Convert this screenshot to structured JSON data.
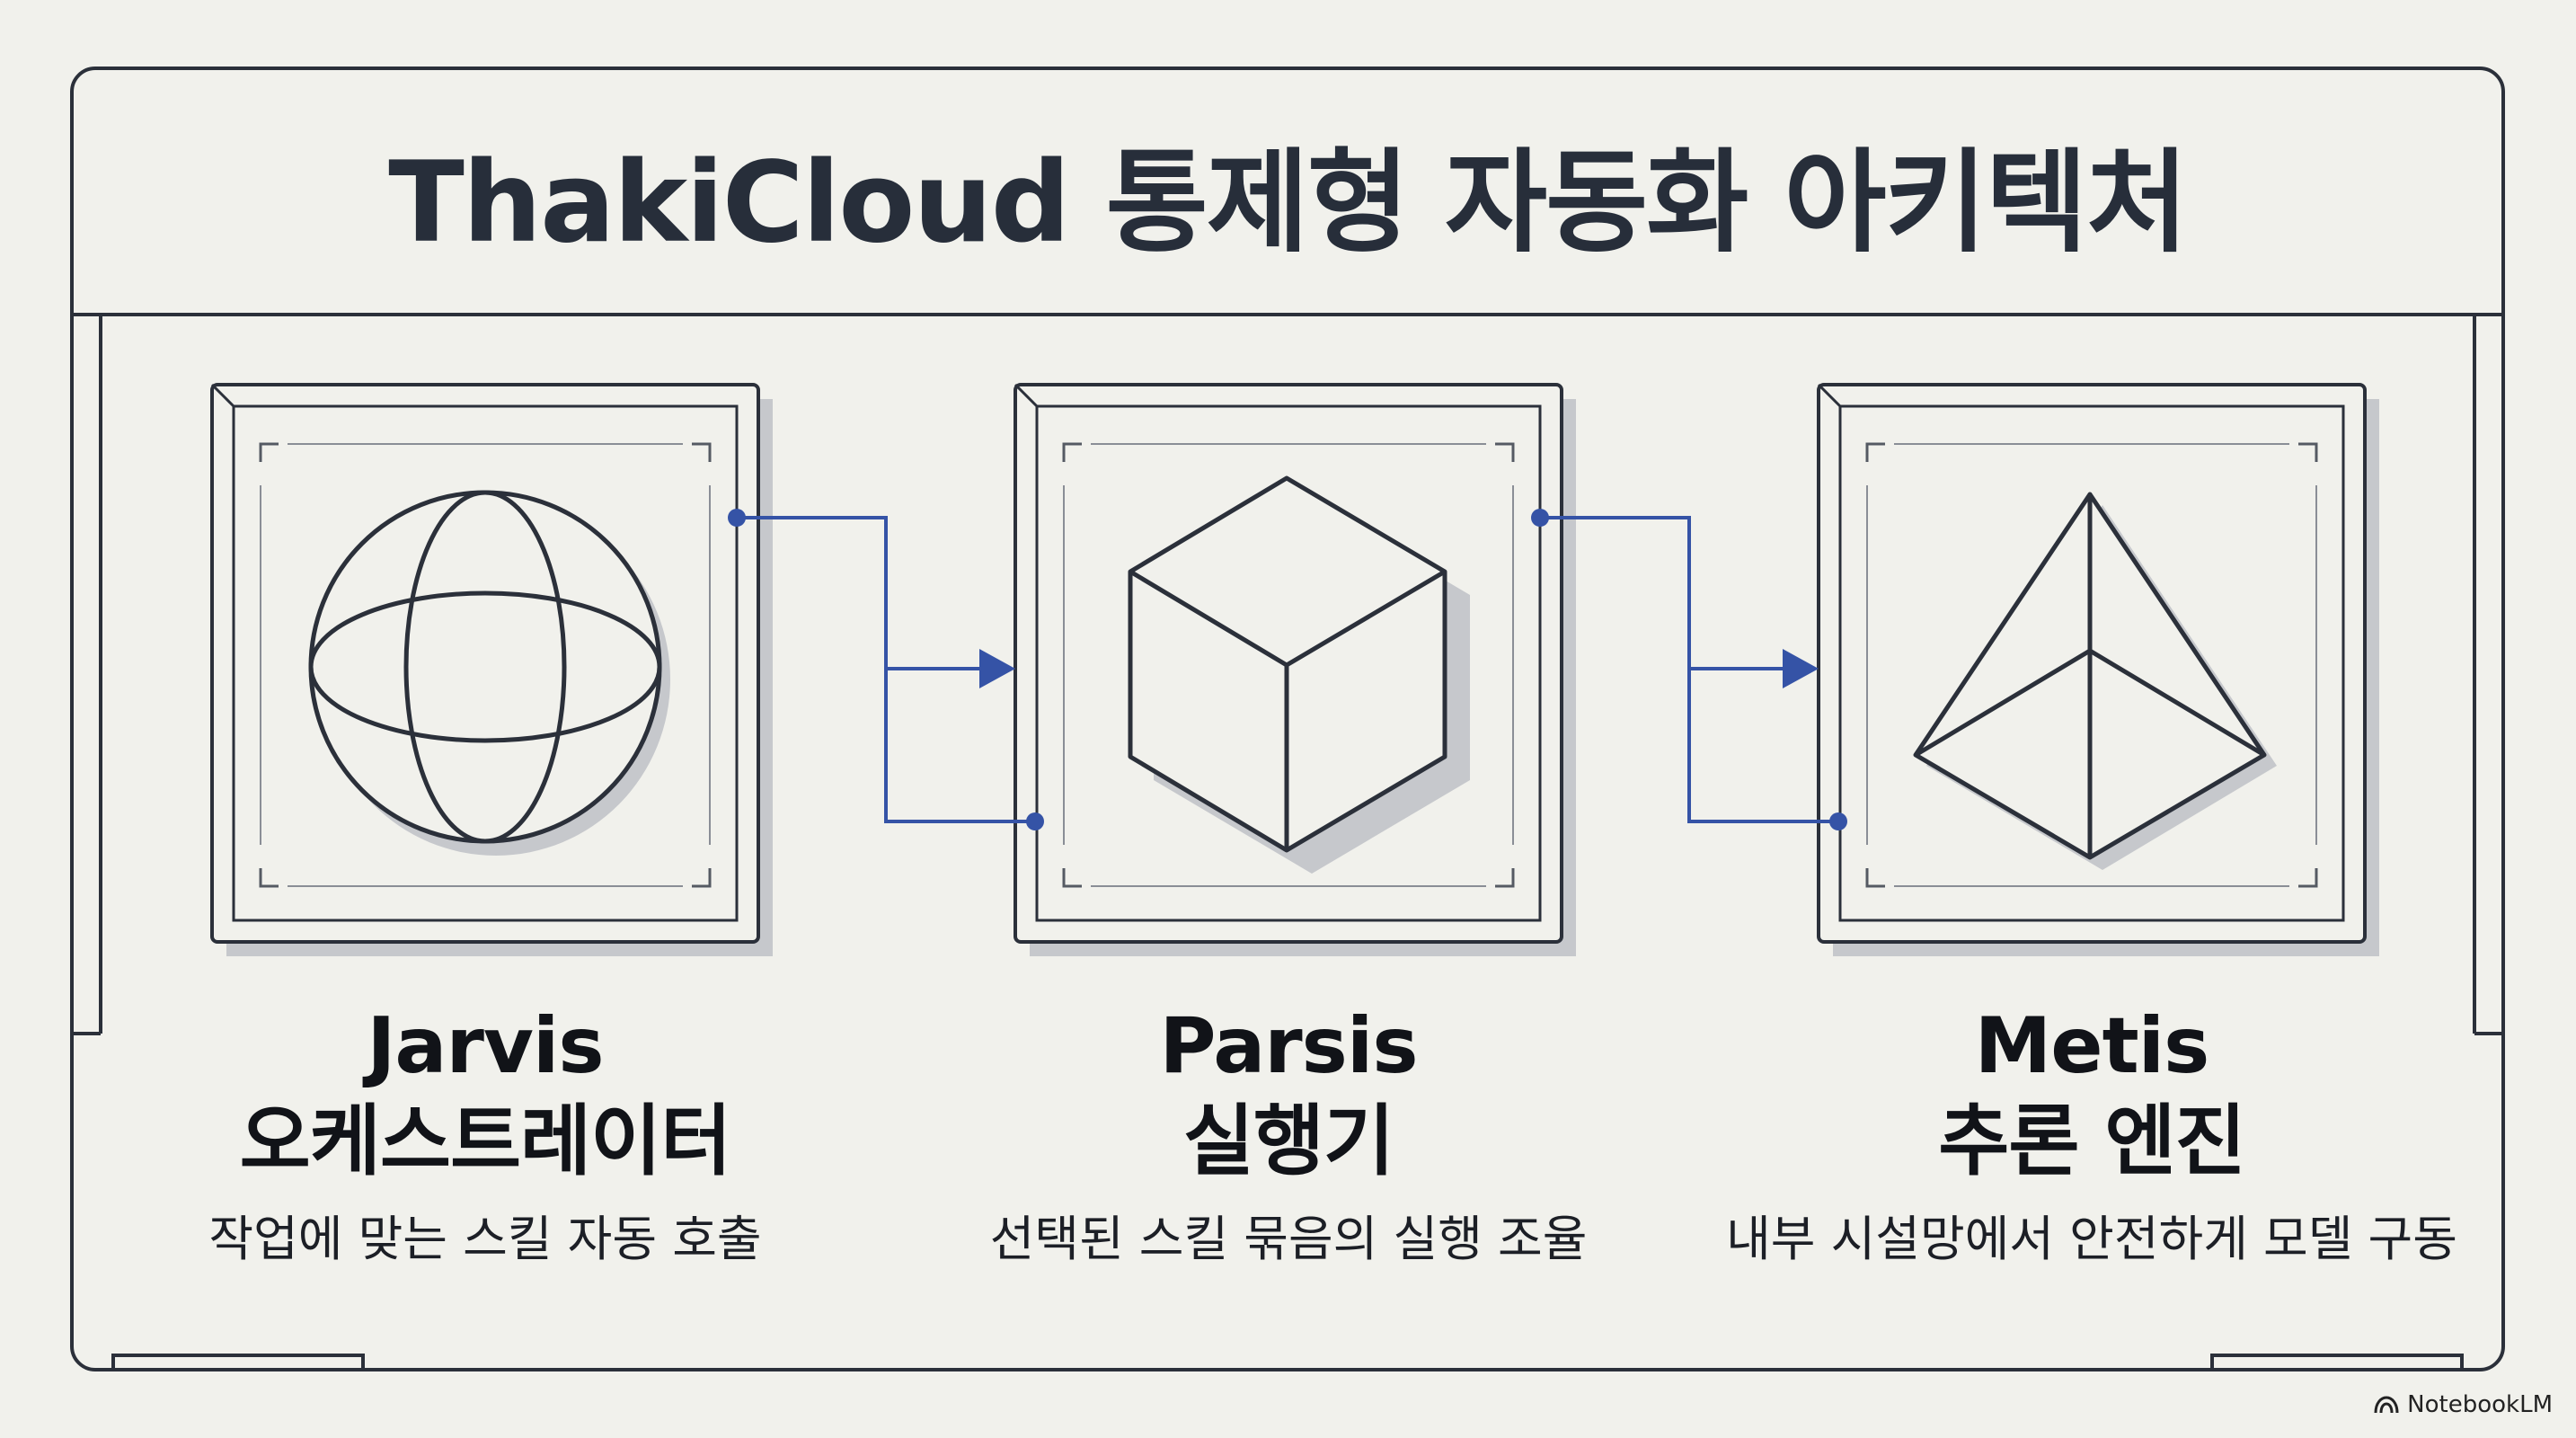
{
  "title": "ThakiCloud 통제형 자동화 아키텍처",
  "modules": [
    {
      "name": "Jarvis",
      "role": "오케스트레이터",
      "description": "작업에 맞는 스킬 자동 호출",
      "icon": "sphere-icon"
    },
    {
      "name": "Parsis",
      "role": "실행기",
      "description": "선택된 스킬 묶음의 실행 조율",
      "icon": "cube-icon"
    },
    {
      "name": "Metis",
      "role": "추론 엔진",
      "description": "내부 시설망에서 안전하게 모델 구동",
      "icon": "pyramid-icon"
    }
  ],
  "watermark": "NotebookLM",
  "colors": {
    "background": "#f1f1ec",
    "line": "#2b303a",
    "connector": "#3553a6",
    "shadow": "#c6c8cc"
  }
}
